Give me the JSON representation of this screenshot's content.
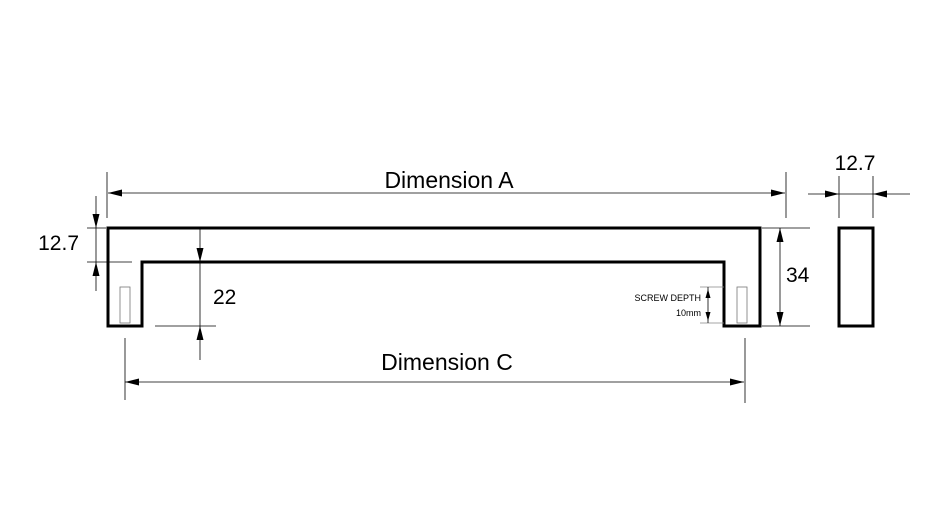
{
  "drawing": {
    "dimension_a": "Dimension A",
    "dimension_c": "Dimension C",
    "thickness_left": "12.7",
    "thickness_side": "12.7",
    "inner_height": "22",
    "overall_height": "34",
    "screw_depth_label": "SCREW DEPTH",
    "screw_depth_value": "10mm"
  }
}
